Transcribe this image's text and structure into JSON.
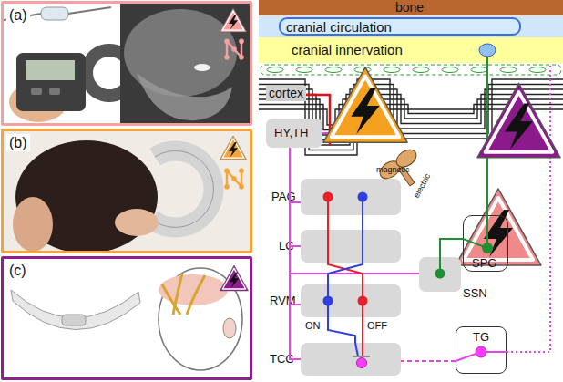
{
  "diagram": {
    "nodes": [
      {
        "text": [
          "(a)"
        ]
      },
      {
        "text": [
          "(b)"
        ]
      },
      {
        "text": [
          "(c)"
        ]
      },
      {
        "text": [
          "bone"
        ]
      },
      {
        "text": [
          "cranial circulation"
        ]
      },
      {
        "text": [
          "cranial innervation"
        ]
      },
      {
        "text": [
          "cortex"
        ]
      },
      {
        "text": [
          "HY,TH"
        ]
      },
      {
        "text": [
          "PAG"
        ]
      },
      {
        "text": [
          "SPG"
        ]
      },
      {
        "text": [
          "LC"
        ]
      },
      {
        "text": [
          "SSN"
        ]
      },
      {
        "text": [
          "RVM"
        ]
      },
      {
        "text": [
          "TG"
        ]
      },
      {
        "text": [
          "TCC"
        ]
      }
    ],
    "edges": [
      {
        "from": 14,
        "to": 7,
        "arrow": "none"
      },
      {
        "from": 14,
        "to": 8,
        "arrow": "none"
      },
      {
        "from": 14,
        "to": 10,
        "arrow": "none"
      },
      {
        "from": 14,
        "to": 12,
        "arrow": "none"
      },
      {
        "from": 14,
        "to": 11,
        "arrow": "none"
      },
      {
        "from": 8,
        "to": 12,
        "arrow": "none"
      },
      {
        "from": 8,
        "to": 12,
        "arrow": "none"
      },
      {
        "from": 12,
        "to": 14,
        "arrow": "none"
      },
      {
        "from": 12,
        "to": 14,
        "arrow": "none"
      },
      {
        "from": 11,
        "to": 9,
        "arrow": "none"
      },
      {
        "from": 9,
        "to": 5,
        "arrow": "none"
      },
      {
        "from": 13,
        "to": 14,
        "arrow": "none"
      },
      {
        "from": 13,
        "to": 5,
        "arrow": "none"
      },
      {
        "from": 7,
        "to": 6,
        "arrow": "none"
      }
    ],
    "labels": [
      "magnetic",
      "electric",
      "ON",
      "OFF"
    ]
  }
}
